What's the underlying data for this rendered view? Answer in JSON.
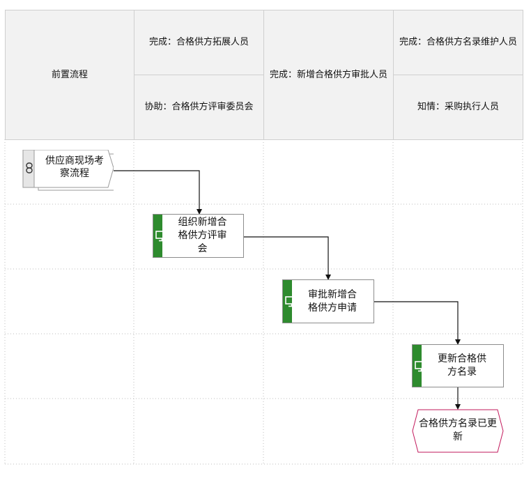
{
  "header": {
    "col1": "前置流程",
    "col2_top": "完成：合格供方拓展人员",
    "col2_bottom": "协助：合格供方评审委员会",
    "col3": "完成：新增合格供方审批人员",
    "col4_top": "完成：合格供方名录维护人员",
    "col4_bottom": "知情：采购执行人员"
  },
  "nodes": {
    "pre_process": "供应商现场考察流程",
    "task1": "组织新增合格供方评审会",
    "task2": "审批新增合格供方申请",
    "task3": "更新合格供方名录",
    "end_event": "合格供方名录已更新"
  },
  "icons": {
    "pre_process": "link-icon",
    "tasks": "monitor-icon"
  },
  "colors": {
    "task_strip": "#2e8b2e",
    "event_border": "#c2185b",
    "header_bg": "#f2f2f2"
  }
}
